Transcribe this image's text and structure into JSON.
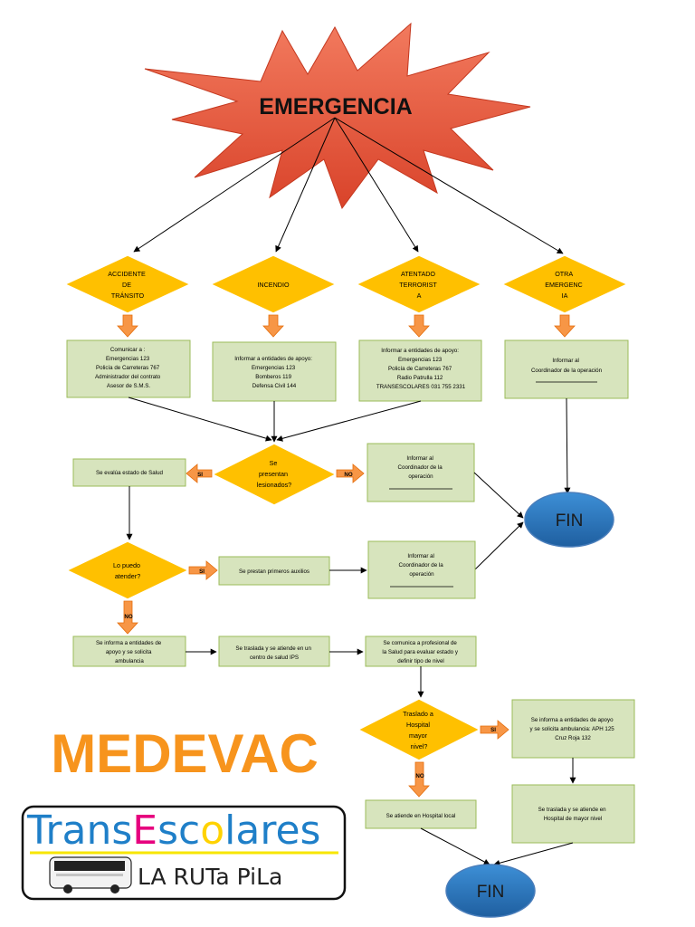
{
  "title": "EMERGENCIA",
  "categories": [
    {
      "key": "accidente",
      "label": [
        "ACCIDENTE",
        "DE",
        "TRÁNSITO"
      ]
    },
    {
      "key": "incendio",
      "label": [
        "INCENDIO"
      ]
    },
    {
      "key": "atentado",
      "label": [
        "ATENTADO",
        "TERRORIST",
        "A"
      ]
    },
    {
      "key": "otra",
      "label": [
        "OTRA",
        "EMERGENC",
        "IA"
      ]
    }
  ],
  "actions": [
    {
      "key": "accidente",
      "lines": [
        "Comunicar a :",
        "Emergencias 123",
        "Policía de Carreteras 767",
        "Administrador del contrato",
        "Asesor de S.M.S."
      ]
    },
    {
      "key": "incendio",
      "lines": [
        "Informar a entidades de apoyo:",
        "Emergencias 123",
        "Bomberos 119",
        "Defensa Civil 144"
      ]
    },
    {
      "key": "atentado",
      "lines": [
        "Informar a entidades de apoyo:",
        "Emergencias 123",
        "Policía de Carreteras 767",
        "Radio Patrulla 112",
        "TRANSESCOLARES 031 755 2331"
      ]
    },
    {
      "key": "otra",
      "lines": [
        "Informar al",
        "Coordinador de la operación"
      ]
    }
  ],
  "decision_lesionados": [
    "Se",
    "presentan",
    "lesionados?"
  ],
  "decision_atender": [
    "Lo puedo",
    "atender?"
  ],
  "decision_traslado": [
    "Traslado a",
    "Hospital",
    "mayor",
    "nivel?"
  ],
  "labels": {
    "si": "SI",
    "no": "NO"
  },
  "box_evalua": "Se evalúa estado de Salud",
  "box_informar_1": [
    "Informar al",
    "Coordinador de la",
    "operación"
  ],
  "box_informar_2": [
    "Informar al",
    "Coordinador de la",
    "operación"
  ],
  "box_primeros_auxilios": "Se prestan primeros auxilios",
  "box_ambulancia": [
    "Se informa a entidades de",
    "apoyo y se solicita",
    "ambulancia"
  ],
  "box_traslada_ips": [
    "Se traslada y se atiende en un",
    "centro de salud IPS"
  ],
  "box_comunica": [
    "Se comunica a profesional de",
    "la Salud para evaluar estado y",
    "definir tipo de nivel"
  ],
  "box_aph": [
    "Se informa a entidades de apoyo",
    "y se solicita ambulancia: APH 125",
    "Cruz Roja 132"
  ],
  "box_hospital_local": "Se atiende en Hospital local",
  "box_hospital_mayor": [
    "Se traslada y se atiende en",
    "Hospital de mayor nivel"
  ],
  "fin": "FIN",
  "medevac": "MEDEVAC",
  "logo": {
    "brand_parts": [
      "Trans",
      "E",
      "sc",
      "o",
      "lares"
    ],
    "brand_colors": [
      "#1f7fc8",
      "#e6007e",
      "#1f7fc8",
      "#ffd200",
      "#1f7fc8"
    ],
    "slogan": "LA RUTa PiLa"
  },
  "colors": {
    "star": "#e8563f",
    "diamond": "#ffc000",
    "box": "#d7e4bd",
    "oval": "#2e75b6",
    "arrow": "#f79646",
    "medevac": "#f7941d"
  }
}
